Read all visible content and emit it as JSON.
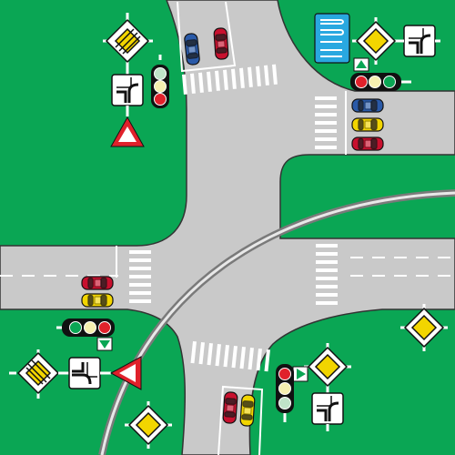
{
  "scene": {
    "description_visible_text": "",
    "colors": {
      "grass": "#0aa654",
      "road": "#c9c9c9",
      "road_edge": "#333333",
      "lane_marking": "#ffffff",
      "tram_rail": "#7a7a7a",
      "sign_red": "#e0212b",
      "sign_yellow": "#f2d500",
      "sign_blue": "#29a8e0",
      "light_red": "#e0212b",
      "light_yellow": "#f6f0b0",
      "light_green": "#0aa654"
    }
  },
  "vehicles": [
    {
      "name": "car-top-left-blue",
      "color": "#2a5aa8"
    },
    {
      "name": "car-top-left-red",
      "color": "#c8102e"
    },
    {
      "name": "car-right-blue",
      "color": "#2a5aa8"
    },
    {
      "name": "car-right-yellow",
      "color": "#f2d500"
    },
    {
      "name": "car-right-red",
      "color": "#c8102e"
    },
    {
      "name": "car-left-red",
      "color": "#c8102e"
    },
    {
      "name": "car-left-yellow",
      "color": "#f2d500"
    },
    {
      "name": "car-bottom-red",
      "color": "#c8102e"
    },
    {
      "name": "car-bottom-yellow",
      "color": "#f2d500"
    }
  ],
  "icons": [
    "priority-road-sign-icon",
    "end-priority-road-sign-icon",
    "yield-sign-icon",
    "road-layout-plate-icon",
    "lane-direction-sign-icon",
    "traffic-light-icon",
    "green-arrow-icon"
  ]
}
